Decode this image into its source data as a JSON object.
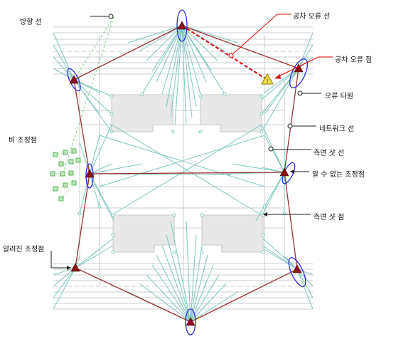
{
  "labels": {
    "direction_line": "방향 선",
    "misclosure_line": "공차 오류 선",
    "misclosure_point": "공차 오류 점",
    "error_ellipse": "오류 타원",
    "network_line": "네트워크 선",
    "side_shot_line": "측면 샷 선",
    "unknown_control_point": "알 수 없는 조정점",
    "non_control_point": "비 조정점",
    "side_shot_point": "측면 샷 점",
    "known_control_point": "알려진 조정점"
  },
  "colors": {
    "network": "#7fc6c0",
    "grid": "#c9ced2",
    "traverse": "#9b3232",
    "control_triangle": "#8b1212",
    "ellipse": "#2a2ae0",
    "misclosure": "#e00000",
    "warning_fill": "#f2e04a",
    "parcel_fill": "#e8e8e8",
    "green_point": "#59b159"
  },
  "icons": {
    "misclosure_point": "warning-triangle-icon",
    "control_point": "red-triangle-icon"
  }
}
